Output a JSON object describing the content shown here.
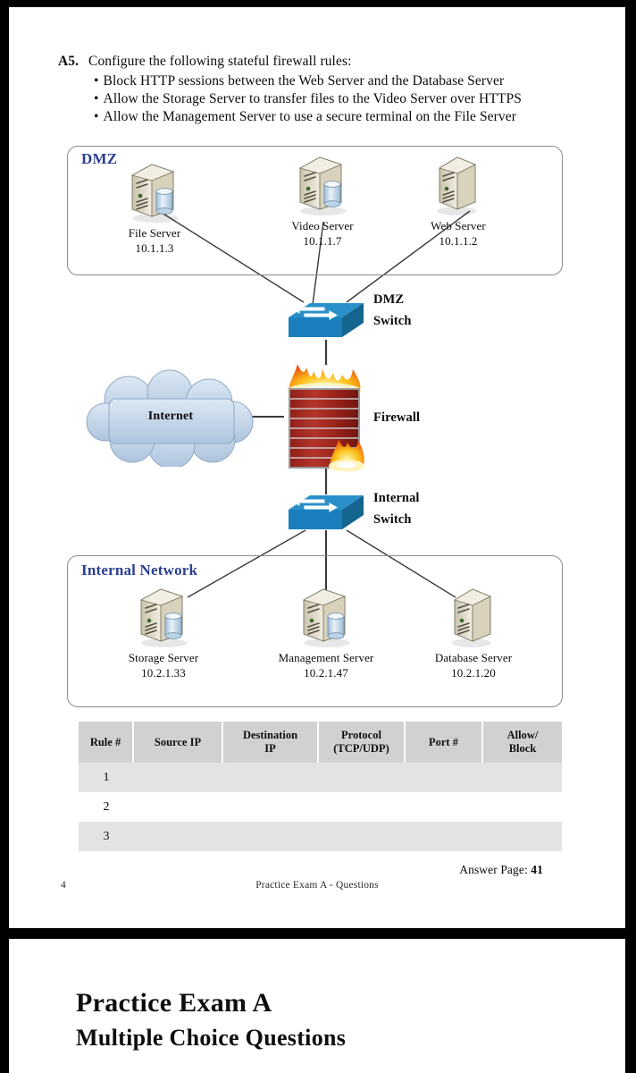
{
  "question": {
    "number": "A5.",
    "prompt": "Configure the following stateful firewall rules:",
    "bullets": [
      "Block HTTP sessions between the Web Server and the Database Server",
      "Allow the Storage Server to transfer files to the Video Server over HTTPS",
      "Allow the Management Server to use a secure terminal on the File Server"
    ]
  },
  "diagram": {
    "zones": {
      "dmz_label": "DMZ",
      "internal_label": "Internal Network"
    },
    "dmz_servers": [
      {
        "name": "File Server",
        "ip": "10.1.1.3",
        "has_disk": true
      },
      {
        "name": "Video Server",
        "ip": "10.1.1.7",
        "has_disk": true
      },
      {
        "name": "Web Server",
        "ip": "10.1.1.2",
        "has_disk": false
      }
    ],
    "internal_servers": [
      {
        "name": "Storage Server",
        "ip": "10.2.1.33",
        "has_disk": true
      },
      {
        "name": "Management Server",
        "ip": "10.2.1.47",
        "has_disk": true
      },
      {
        "name": "Database Server",
        "ip": "10.2.1.20",
        "has_disk": false
      }
    ],
    "dmz_switch": {
      "line1": "DMZ",
      "line2": "Switch"
    },
    "internal_switch": {
      "line1": "Internal",
      "line2": "Switch"
    },
    "firewall_label": "Firewall",
    "internet_label": "Internet",
    "colors": {
      "zone_label": "#2b3f94",
      "switch_blue": "#1b7fbe",
      "switch_blue_dark": "#14658f",
      "firewall_brick": "#9e2a20",
      "flame_orange": "#f07a18",
      "cloud_blue": "#c3d4e8",
      "wire": "#3a3a3a"
    }
  },
  "rules_table": {
    "headers": [
      "Rule #",
      "Source IP",
      "Destination IP",
      "Protocol (TCP/UDP)",
      "Port #",
      "Allow/ Block"
    ],
    "headers_split": [
      [
        "Rule #"
      ],
      [
        "Source IP"
      ],
      [
        "Destination",
        "IP"
      ],
      [
        "Protocol",
        "(TCP/UDP)"
      ],
      [
        "Port #"
      ],
      [
        "Allow/",
        "Block"
      ]
    ],
    "rows": [
      {
        "num": "1",
        "source_ip": "",
        "dest_ip": "",
        "protocol": "",
        "port": "",
        "action": ""
      },
      {
        "num": "2",
        "source_ip": "",
        "dest_ip": "",
        "protocol": "",
        "port": "",
        "action": ""
      },
      {
        "num": "3",
        "source_ip": "",
        "dest_ip": "",
        "protocol": "",
        "port": "",
        "action": ""
      }
    ]
  },
  "footer": {
    "answer_page_label": "Answer Page:",
    "answer_page_value": "41",
    "page_number": "4",
    "running_title": "Practice Exam A - Questions"
  },
  "next_page": {
    "title": "Practice Exam A",
    "subtitle": "Multiple Choice Questions"
  }
}
